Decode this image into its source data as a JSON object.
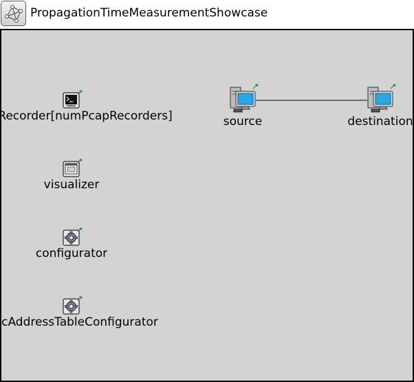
{
  "network": {
    "title": "PropagationTimeMeasurementShowcase",
    "icon": "network-graph-icon"
  },
  "nodes": {
    "pcap_recorder": {
      "label": "Recorder[numPcapRecorders]",
      "icon": "terminal-icon"
    },
    "visualizer": {
      "label": "visualizer",
      "icon": "window-icon"
    },
    "configurator": {
      "label": "configurator",
      "icon": "gear-icon"
    },
    "mac_configurator": {
      "label": "cAddressTableConfigurator",
      "icon": "gear-icon"
    },
    "source": {
      "label": "source",
      "icon": "computer-icon"
    },
    "destination": {
      "label": "destination",
      "icon": "computer-icon"
    }
  },
  "colors": {
    "canvas": "#d3d3d3",
    "pin": "#2eaa2e",
    "screen": "#2aa6e8"
  }
}
